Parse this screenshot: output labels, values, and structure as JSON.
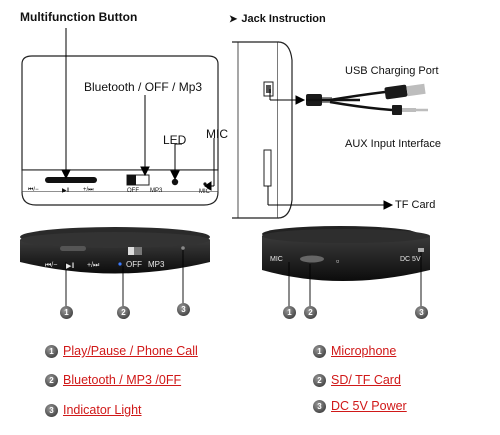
{
  "labels": {
    "multifunction_button": "Multifunction Button",
    "jack_instruction": "Jack Instruction",
    "jack_arrow_glyph": "➤",
    "bluetooth_off_mp3": "Bluetooth / OFF / Mp3",
    "led": "LED",
    "mic": "MIC",
    "usb_charging_port": "USB Charging Port",
    "aux_input_interface": "AUX Input Interface",
    "tf_card": "TF Card"
  },
  "front_panel": {
    "skip_back": "⏮/−",
    "play_pause": "▶‖",
    "skip_fwd": "+/⏭",
    "off": "OFF",
    "mp3": "MP3",
    "mic": "MIC"
  },
  "bottom_left_device": {
    "skip_back": "⏮/−",
    "play_pause": "▶‖",
    "skip_fwd": "+/⏭",
    "off": "OFF",
    "mp3": "MP3"
  },
  "bottom_right_device": {
    "mic": "MIC",
    "dc": "DC 5V"
  },
  "callouts": {
    "left": [
      "1",
      "2",
      "3"
    ],
    "right": [
      "1",
      "2",
      "3"
    ]
  },
  "legend_left": [
    {
      "num": "1",
      "text": "Play/Pause / Phone Call"
    },
    {
      "num": "2",
      "text": "Bluetooth / MP3 /0FF"
    },
    {
      "num": "3",
      "text": "Indicator Light"
    }
  ],
  "legend_right": [
    {
      "num": "1",
      "text": "Microphone"
    },
    {
      "num": "2",
      "text": "SD/ TF Card"
    },
    {
      "num": "3",
      "text": "DC 5V Power"
    }
  ],
  "colors": {
    "legend_text": "#d01818",
    "device_dark": "#1a1a1a",
    "line": "#000000"
  }
}
